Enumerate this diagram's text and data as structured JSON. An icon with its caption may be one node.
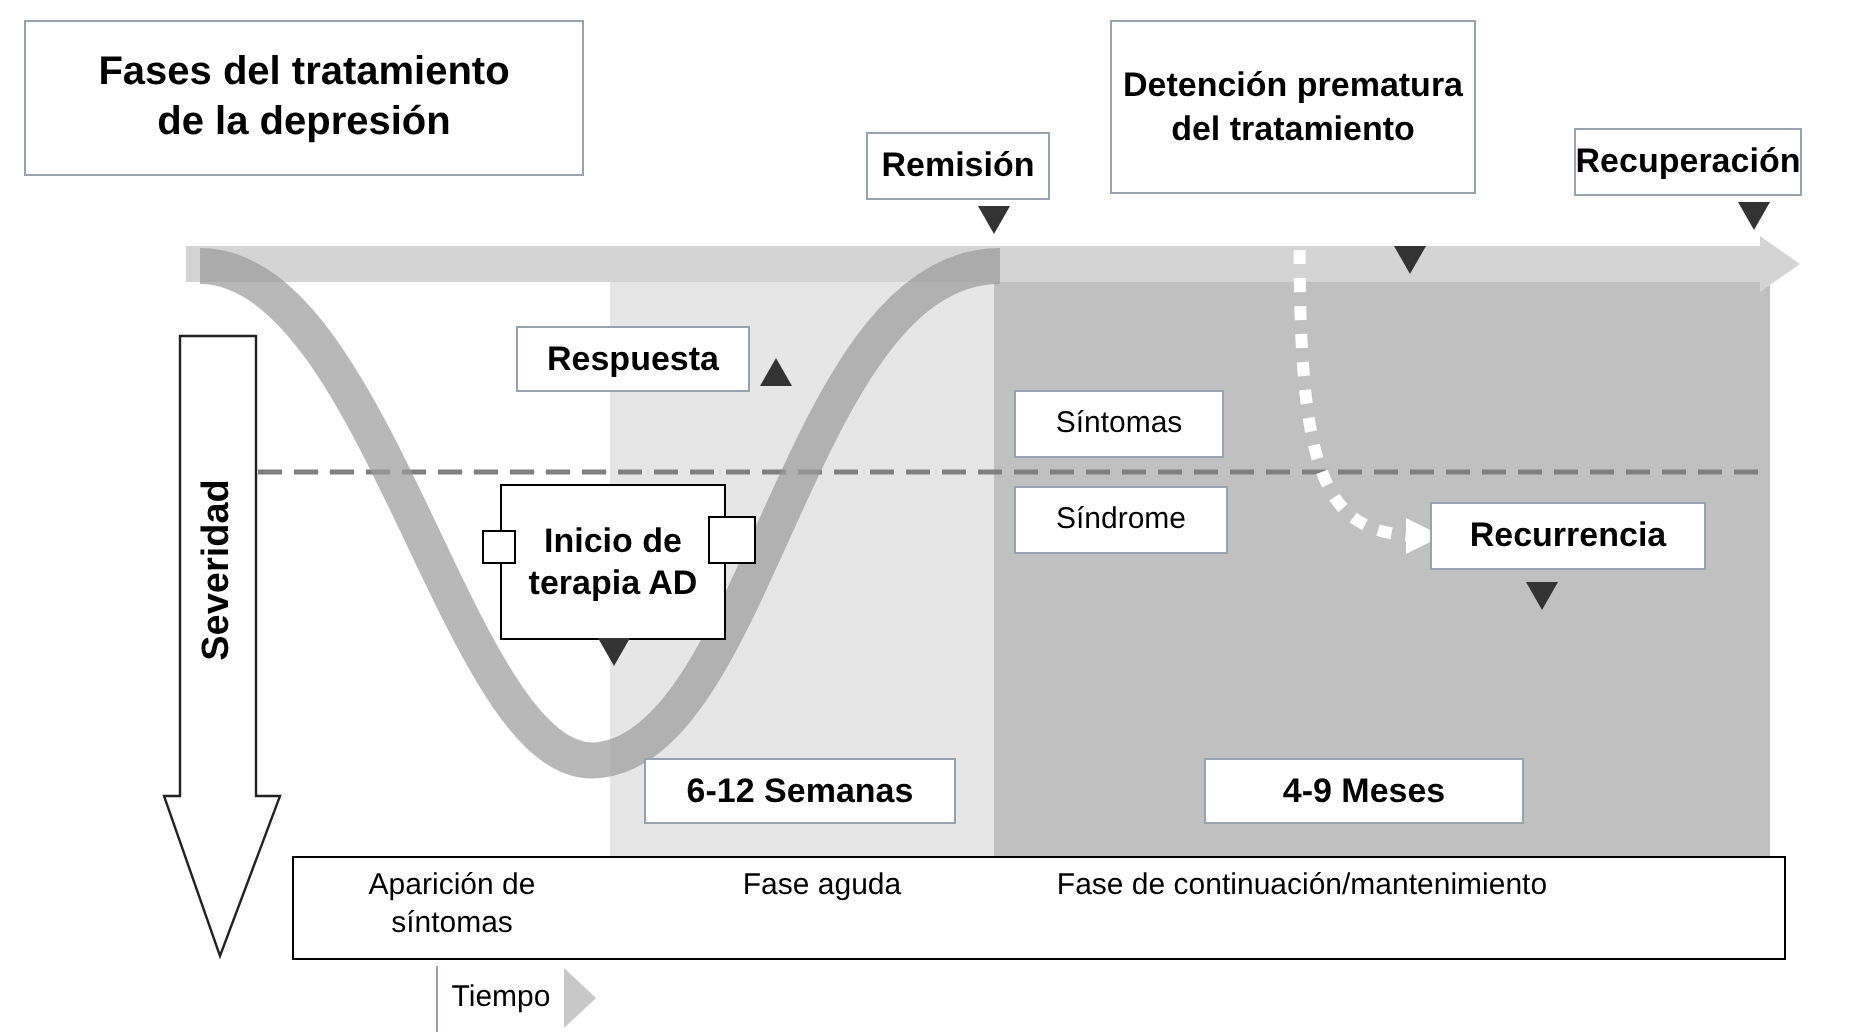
{
  "diagram": {
    "title": "Fases del tratamiento de la depresión",
    "nodes": [
      {
        "text": [
          "Remisión"
        ]
      },
      {
        "text": [
          "Detención prematura del tratamiento"
        ]
      },
      {
        "text": [
          "Recuperación"
        ]
      },
      {
        "text": [
          "Respuesta"
        ]
      },
      {
        "text": [
          "Síntomas"
        ]
      },
      {
        "text": [
          "Síndrome"
        ]
      },
      {
        "text": [
          "Inicio de terapia AD"
        ]
      },
      {
        "text": [
          "Recurrencia"
        ]
      },
      {
        "text": [
          "6-12 Semanas"
        ]
      },
      {
        "text": [
          "4-9 Meses"
        ]
      },
      {
        "text": [
          "Aparición de síntomas",
          "Fase aguda",
          "Fase de continuación/mantenimiento"
        ]
      }
    ],
    "edges": [
      {
        "from": 1,
        "to": 7,
        "arrow": "to",
        "style": "dashed",
        "color": "#ffffff"
      }
    ],
    "labels": [
      "Severidad",
      "Tiempo"
    ]
  }
}
